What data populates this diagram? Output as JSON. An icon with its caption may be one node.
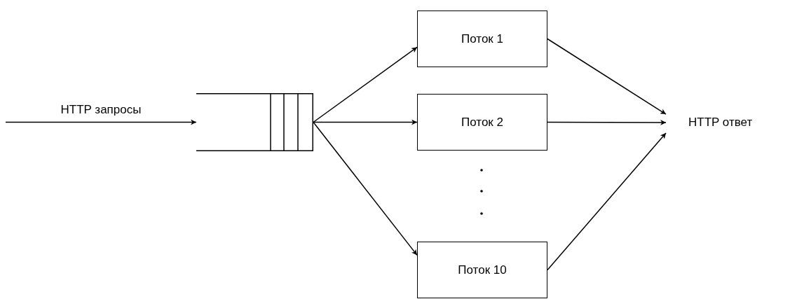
{
  "diagram": {
    "nodes": [
      {
        "text": [],
        "shape": "queue"
      },
      {
        "text": [
          "Поток 1"
        ]
      },
      {
        "text": [
          "Поток 2"
        ]
      },
      {
        "text": [
          "Поток 10"
        ]
      },
      {
        "text": [
          "HTTP ответ"
        ]
      }
    ],
    "edges": [
      {
        "from": null,
        "to": 0,
        "arrow": "to",
        "label": "HTTP запросы"
      },
      {
        "from": 0,
        "to": 1,
        "arrow": "to"
      },
      {
        "from": 0,
        "to": 2,
        "arrow": "to"
      },
      {
        "from": 0,
        "to": 3,
        "arrow": "to"
      },
      {
        "from": 1,
        "to": 4,
        "arrow": "to"
      },
      {
        "from": 2,
        "to": 4,
        "arrow": "to"
      },
      {
        "from": 3,
        "to": 4,
        "arrow": "to"
      }
    ]
  }
}
